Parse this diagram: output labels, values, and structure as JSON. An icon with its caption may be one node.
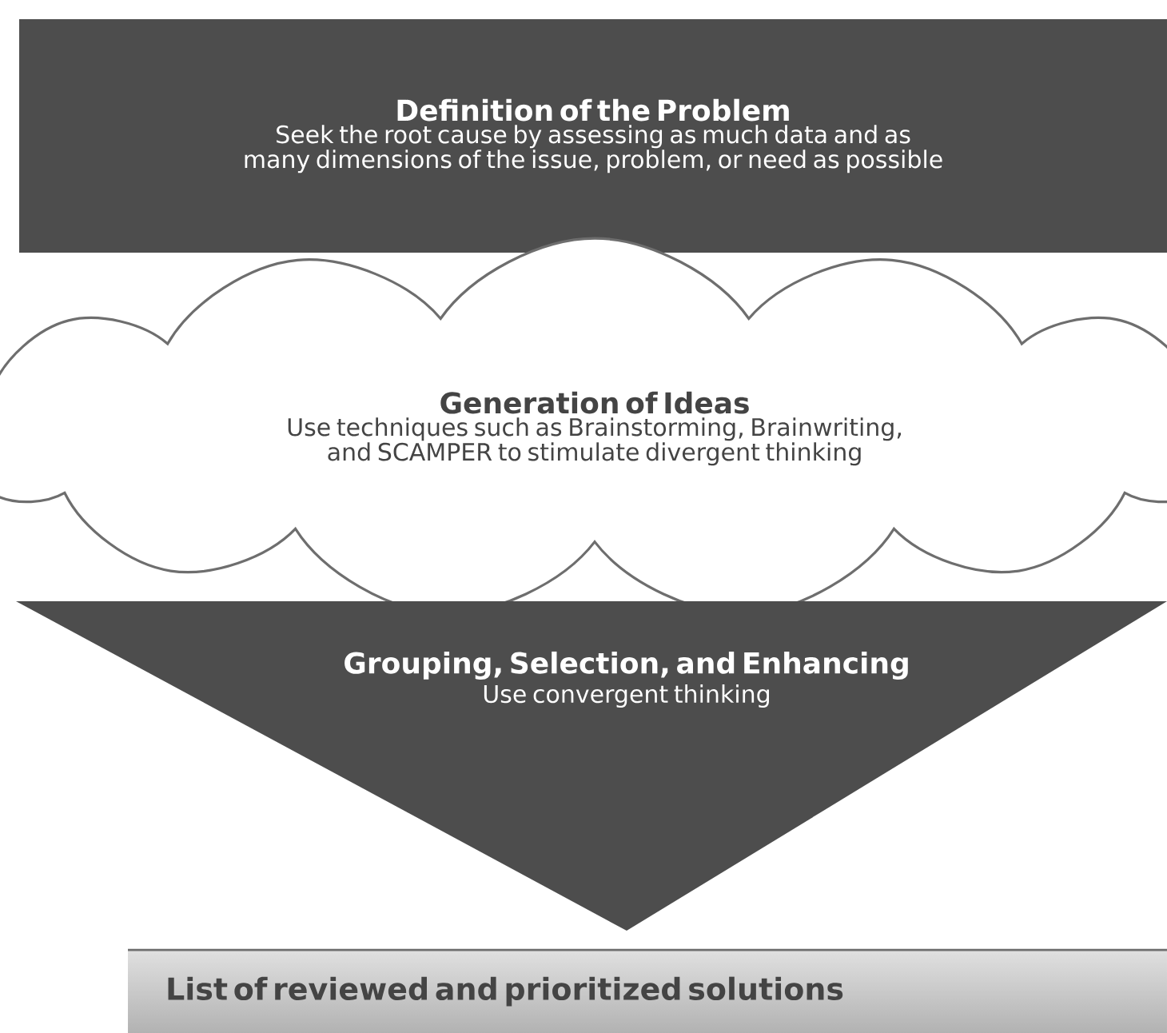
{
  "diagram": {
    "nodes": [
      {
        "text": [
          "Definition of the Problem",
          "Seek the root cause by assessing as much data and as many dimensions of the issue, problem, or need as possible"
        ]
      },
      {
        "text": [
          "Generation of Ideas",
          "Use techniques such as Brainstorming, Brainwriting, and SCAMPER to stimulate divergent thinking"
        ]
      },
      {
        "text": [
          "Grouping, Selection, and Enhancing",
          "Use convergent thinking"
        ]
      },
      {
        "text": [
          "List of reviewed and prioritized solutions"
        ]
      }
    ]
  }
}
